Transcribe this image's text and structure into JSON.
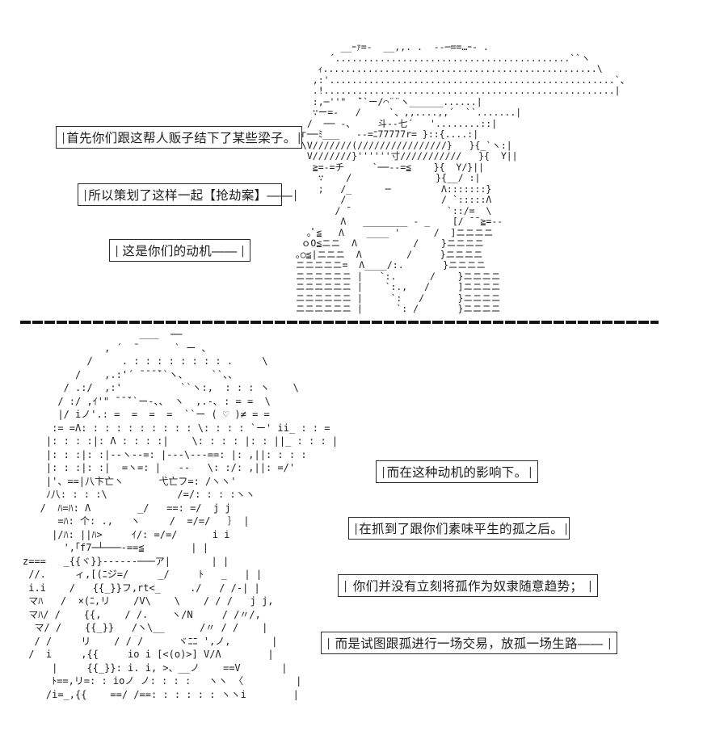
{
  "colors": {
    "ink": "#1c1c1c",
    "box_border": "#2b2b2b",
    "background": "#ffffff",
    "divider": "#141414"
  },
  "decor": {
    "tick": "|"
  },
  "dialogue": [
    {
      "text": "首先你们跟这帮人贩子结下了某些梁子。"
    },
    {
      "text": "所以策划了这样一起【抢劫案】——"
    },
    {
      "text": "这是你们的动机——"
    },
    {
      "text": "而在这种动机的影响下。"
    },
    {
      "text": "在抓到了跟你们素味平生的孤之后。"
    },
    {
      "text": "你们并没有立刻将孤作为奴隶随意趋势；"
    },
    {
      "text": "而是试图跟孤进行一场交易，放孤一场生路——"
    }
  ],
  "top_art": {
    "description": "ascii-art-male-character-portrait",
    "lines": [
      "        __ｰｧ=-  __,,. .  --─==…ｰ- .",
      "      ´..........................................``ヽ",
      "    ｨ.................................................\\",
      "   ,:'...................................................`、",
      "   .!....................................................|",
      "   :,─''\"  ̄``ー/⌒¨¨ヽ______......|",
      "   ∵ー=-   /     `、,,....,,´  ``.......|",
      "  /  ── -、    斗--七´   '........::|",
      " г──ﾐ___   --=ﾆ77777r= }::{....:|",
      " \\V///////(////////////////}   }{_`ヽ:|",
      "  V///////}''''''寸///////////   }{  Y||",
      "   ≧=-=チ     `──--=≦    }{  Y/}||",
      "    ∵    /               }{__/ :|",
      "    ;   /_      ─         Λ:::::::}",
      "        /                 / `:::::Λ",
      "       / ̄                  `::/=  \\",
      "        Λ   ________ - _    [/ ̄ ̄ ≧=--",
      "  ｡ﾟ≦   Λ    ____ '      /  ]ニニニニ",
      " ｏO≦ニニ  Λ          /    }ニニニニ",
      "｡○≦|ニニニ  Λ        /     }ニニニニ",
      "ニニニニニ=  Λ____/:.       }ニニニニ",
      "ニニニニニニ |   `:.      /    }ニニニニ",
      "ニニニニニニ |    `:.,   /     ]ニニニニ",
      "ニニニニニニ |     `:   /      }ニニニニ",
      "ニニニニニニ |      `: /       }ニニニニ"
    ]
  },
  "bottom_art": {
    "description": "ascii-art-character-with-heart-portrait",
    "lines": [
      "                    ＿＿  ──",
      "              , ´  ̄       ` ー 、",
      "           /     . : : : : : : : : .     \\",
      "         /    ,.:'´ ̄ ̄ ̄ ̄``ヽ、    ``、、",
      "       / .:/  ,:'          ``ヽ:,  : : : ヽ    \\",
      "      / :/ ,ｲ'\" ̄ ̄ ̄``ー-、、 ヽ  ,.-､ : = =  \\",
      "      |/ iノ'.: =  =  =  =  ``ー ( ♡ )≠ = =",
      "     := =Λ: : : : : : : : : : \\: : : : `ー' ii_ : : =",
      "    |: : : :|: Λ : : : :|    \\: : : : |: : ||_ : : : |",
      "    |: : :|: :|--ヽ--=: |---\\---==: |: ,||: : : :",
      "    |: : :|: :|  =ヽ=: |   --   \\: :/: ,||: =/'",
      "    |'、==|八卞亡ヽ      弋亡フ=: /ヽヽ'",
      "    ﾉ八: : : :\\            /=/: : : :ヽヽ",
      "   /  ﾊ=ﾊ: Λ        _/   ==: =/  j j",
      "      =ﾊ: 个: .,   ヽ     /  =/=/   ｝ |",
      "     |/ﾊ: ||ﾊ>     ｲ/: =/=/      i i",
      "       ',｢f7─┴───-==≦        | |",
      "z===   _{{ヾ}}------───ア|       | |",
      " //.     ィ,[(ﾆジ=/     _/     ﾄ   _   | |",
      " i.i    /   {{_}}フ,rt<_     ./   / /-| |",
      " マﾊ   /  ×(ﾆ,リ    /V\\    \\    / / /   j j,",
      " マﾊ/ /    {{,    / /.    ヽ/N     / /〃/,",
      "  マ/ /    {{_}}   /ヽ\\__      /〃 / /    |",
      "  / /     リ    / / /      ヾﾆﾆ ',ノ,       |",
      " /  i     ,{{     io i [<(o)>] V/Λ        |",
      "     |     {{_}}: i. i, >、__ノ    ==V       |",
      "     ﾄ==,リ=: : ioノ ノ: : : :   ヽヽ 〈         |",
      "    /i=_,{{    ==/ /==: : : : : : ヽヽi        |"
    ]
  }
}
